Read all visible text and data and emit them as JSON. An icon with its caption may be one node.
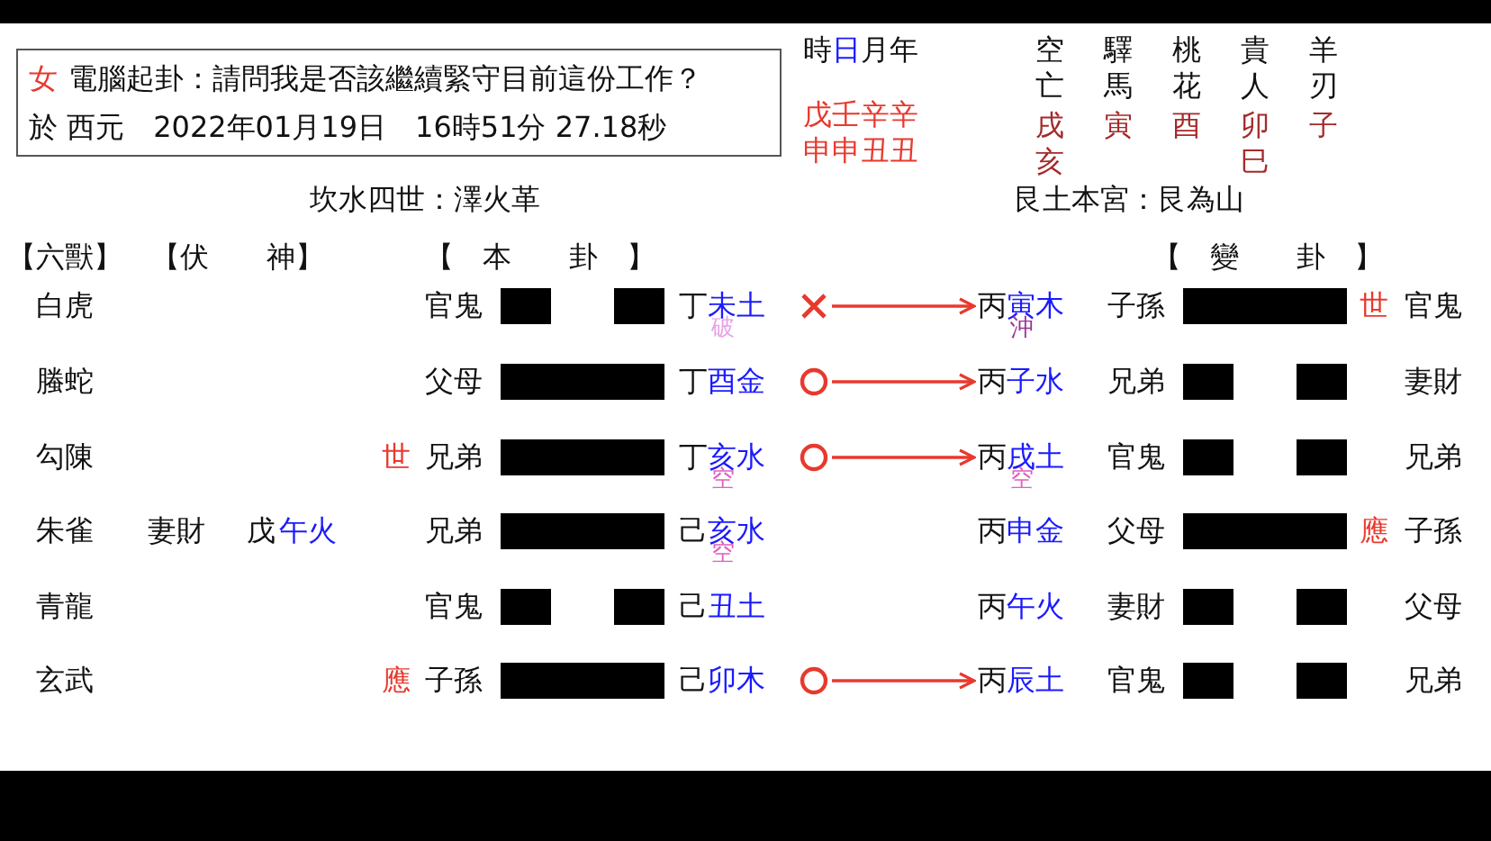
{
  "diagram": {
    "nodes": [
      {
        "text": [
          "女",
          "電腦起卦：請問我是否該繼續緊守目前這份工作？",
          "於 西元　2022年01月19日　16時51分 27.18秒"
        ]
      },
      {
        "text": [
          "丁",
          "未土"
        ],
        "beside": [
          "破"
        ]
      },
      {
        "text": [],
        "shape": "cross"
      },
      {
        "text": [
          "丙",
          "寅木"
        ],
        "beside": [
          "沖"
        ]
      },
      {
        "text": [
          "丁",
          "酉金"
        ]
      },
      {
        "text": [],
        "shape": "circle"
      },
      {
        "text": [
          "丙",
          "子水"
        ]
      },
      {
        "text": [
          "丁",
          "亥水"
        ],
        "beside": [
          "空"
        ]
      },
      {
        "text": [],
        "shape": "circle"
      },
      {
        "text": [
          "丙",
          "戌土"
        ],
        "beside": [
          "空"
        ]
      },
      {
        "text": [
          "己",
          "亥水"
        ],
        "beside": [
          "空"
        ]
      },
      {
        "text": [
          "丙",
          "申金"
        ]
      },
      {
        "text": [
          "己",
          "丑土"
        ]
      },
      {
        "text": [
          "丙",
          "午火"
        ]
      },
      {
        "text": [
          "己",
          "卯木"
        ]
      },
      {
        "text": [],
        "shape": "circle"
      },
      {
        "text": [
          "丙",
          "辰土"
        ]
      }
    ],
    "edges": [
      {
        "from": 2,
        "to": 3,
        "arrow": "to"
      },
      {
        "from": 5,
        "to": 6,
        "arrow": "to"
      },
      {
        "from": 8,
        "to": 9,
        "arrow": "to"
      },
      {
        "from": 15,
        "to": 16,
        "arrow": "to"
      }
    ],
    "labels": [
      "時",
      "日",
      "月年",
      "空亡",
      "驛馬",
      "桃花",
      "貴人",
      "羊刃",
      "戊壬辛辛",
      "申申丑丑",
      "戌亥",
      "寅",
      "酉",
      "卯巳",
      "子",
      "坎水四世：澤火革",
      "艮土本宮：艮為山",
      "【六獸】",
      "【伏　　神】",
      "【　本　　卦　】",
      "【　變　　卦　】",
      "白虎",
      "官鬼",
      "子孫",
      "世",
      "官鬼",
      "螣蛇",
      "父母",
      "兄弟",
      "妻財",
      "勾陳",
      "世",
      "兄弟",
      "官鬼",
      "兄弟",
      "朱雀",
      "妻財",
      "戊",
      "午火",
      "兄弟",
      "父母",
      "應",
      "子孫",
      "青龍",
      "官鬼",
      "妻財",
      "父母",
      "玄武",
      "應",
      "子孫",
      "官鬼",
      "兄弟"
    ]
  }
}
